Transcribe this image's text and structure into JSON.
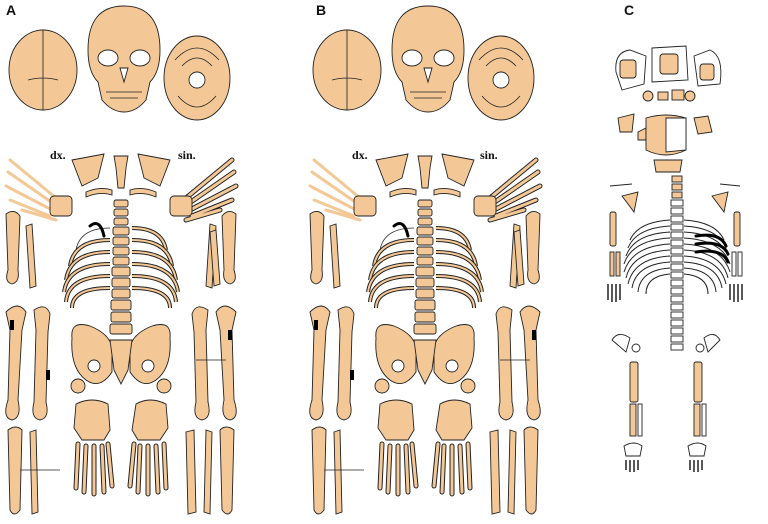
{
  "colors": {
    "bone_present": "#f3c896",
    "bone_absent": "#ffffff",
    "outline": "#222222",
    "mark": "#000000"
  },
  "panels": [
    {
      "letter": "A",
      "label_right": "dx.",
      "label_left": "sin."
    },
    {
      "letter": "B",
      "label_right": "dx.",
      "label_left": "sin."
    },
    {
      "letter": "C"
    }
  ]
}
